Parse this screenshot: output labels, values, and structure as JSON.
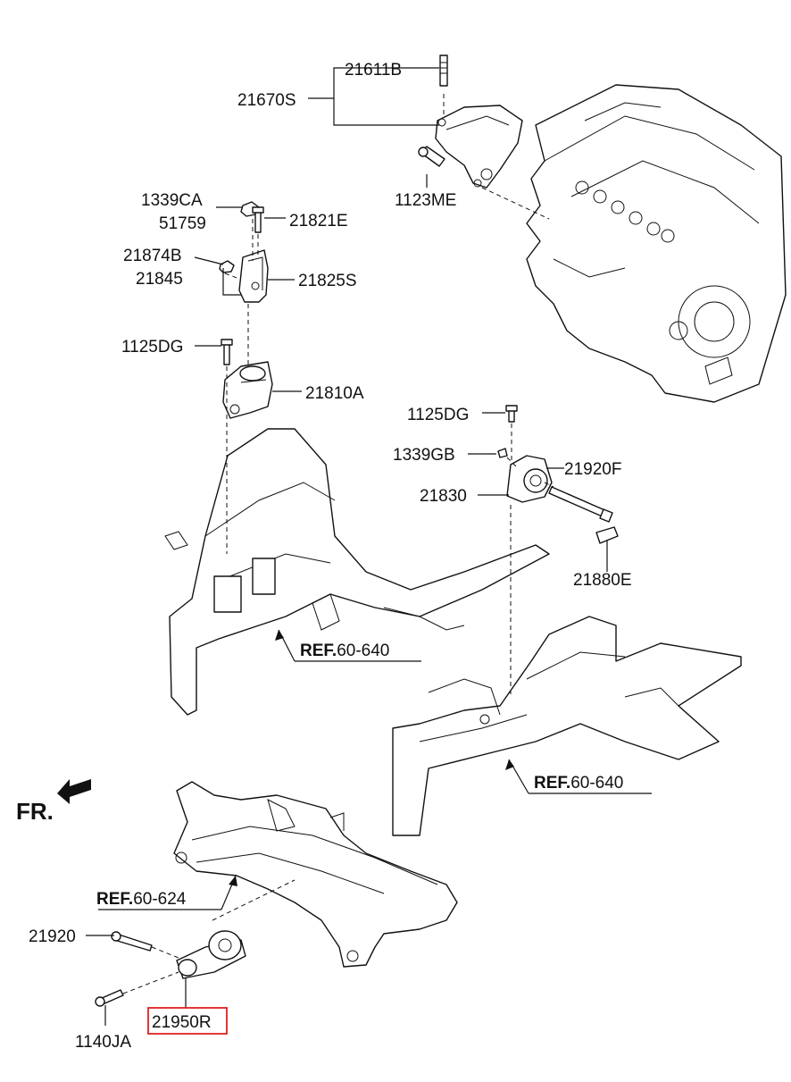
{
  "labels": {
    "p21611B": "21611B",
    "p21670S": "21670S",
    "p1123ME": "1123ME",
    "p1339CA": "1339CA",
    "p51759": "51759",
    "p21821E": "21821E",
    "p21874B": "21874B",
    "p21845": "21845",
    "p21825S": "21825S",
    "p1125DG_a": "1125DG",
    "p21810A": "21810A",
    "p1125DG_b": "1125DG",
    "p1339GB": "1339GB",
    "p21920F": "21920F",
    "p21830": "21830",
    "p21880E": "21880E",
    "p21920": "21920",
    "p1140JA": "1140JA",
    "p21950R": "21950R"
  },
  "refs": [
    {
      "bold": "REF.",
      "num": "60-640"
    },
    {
      "bold": "REF.",
      "num": "60-640"
    },
    {
      "bold": "REF.",
      "num": "60-624"
    }
  ],
  "direction": "FR.",
  "highlight_color": "#e02020"
}
